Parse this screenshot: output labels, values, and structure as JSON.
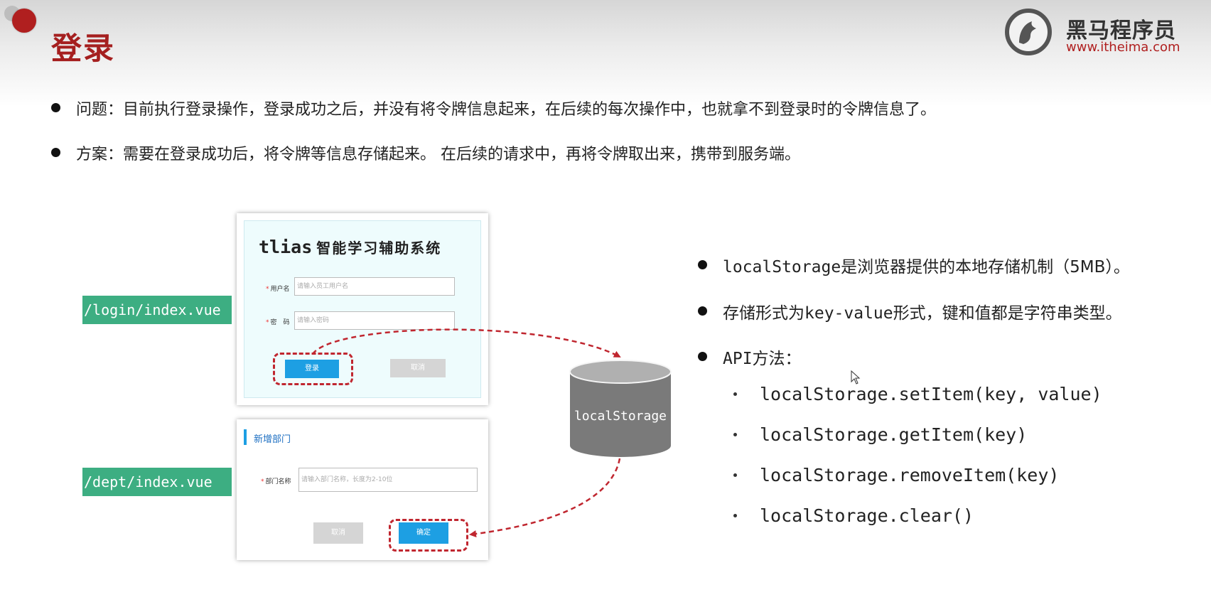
{
  "slide": {
    "title": "登录",
    "logo": {
      "name": "黑马程序员",
      "url": "www.itheima.com"
    }
  },
  "bullets": [
    {
      "text": "问题：目前执行登录操作，登录成功之后，并没有将令牌信息起来，在后续的每次操作中，也就拿不到登录时的令牌信息了。"
    },
    {
      "text": "方案：需要在登录成功后，将令牌等信息存储起来。 在后续的请求中，再将令牌取出来，携带到服务端。"
    }
  ],
  "diagram": {
    "login_path": "/login/index.vue",
    "dept_path": "/dept/index.vue",
    "login_card": {
      "title_en": "tlias",
      "title_cn": "智能学习辅助系统",
      "username_label": "用户名",
      "username_placeholder": "请输入员工用户名",
      "password_label": "密　码",
      "password_placeholder": "请输入密码",
      "login_button": "登录",
      "cancel_button": "取消"
    },
    "dept_card": {
      "title": "新增部门",
      "name_label": "部门名称",
      "name_placeholder": "请输入部门名称，长度为2-10位",
      "cancel_button": "取消",
      "confirm_button": "确定"
    },
    "storage_label": "localStorage",
    "colors": {
      "label_bg": "#3dae82",
      "dash": "#c0262f",
      "button_blue": "#1d9fe3",
      "cylinder": "#7a7a7a"
    }
  },
  "right_panel": {
    "bullets": [
      {
        "code": "localStorage",
        "text": "是浏览器提供的本地存储机制（5MB）。"
      },
      {
        "pre": "存储形式为",
        "code": "key-value",
        "text": "形式，键和值都是字符串类型。"
      },
      {
        "code": "API",
        "text": "方法："
      }
    ],
    "methods": [
      "localStorage.setItem(key, value)",
      "localStorage.getItem(key)",
      "localStorage.removeItem(key)",
      "localStorage.clear()"
    ]
  }
}
